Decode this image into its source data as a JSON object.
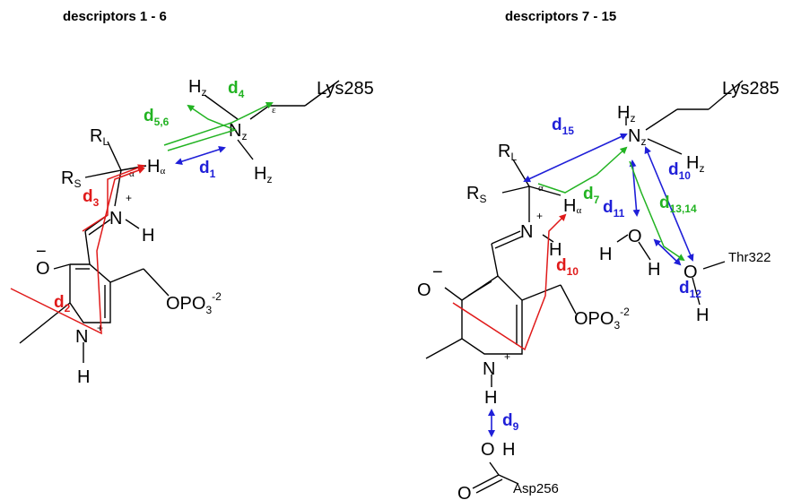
{
  "panels": [
    {
      "title": "descriptors 1 - 6"
    },
    {
      "title": "descriptors 7 - 15"
    }
  ],
  "labels": {
    "lys": "Lys285",
    "thr": "Thr322",
    "asp": "Asp256",
    "opo": "OPO",
    "opo_sub": "3",
    "opo_sup": "-2",
    "eps": "ε",
    "alpha": "α"
  },
  "colors": {
    "blue": "#1f1fd8",
    "green": "#22b322",
    "red": "#e01a1a"
  },
  "descriptors": {
    "d1": {
      "main": "d",
      "sub": "1"
    },
    "d2": {
      "main": "d",
      "sub": "2"
    },
    "d3": {
      "main": "d",
      "sub": "3"
    },
    "d4": {
      "main": "d",
      "sub": "4"
    },
    "d56": {
      "main": "d",
      "sub": "5,6"
    },
    "d7": {
      "main": "d",
      "sub": "7"
    },
    "d9": {
      "main": "d",
      "sub": "9"
    },
    "d10a": {
      "main": "d",
      "sub": "10"
    },
    "d10b": {
      "main": "d",
      "sub": "10"
    },
    "d11": {
      "main": "d",
      "sub": "11"
    },
    "d12": {
      "main": "d",
      "sub": "12"
    },
    "d1314": {
      "main": "d",
      "sub": "13,14"
    },
    "d15": {
      "main": "d",
      "sub": "15"
    }
  }
}
